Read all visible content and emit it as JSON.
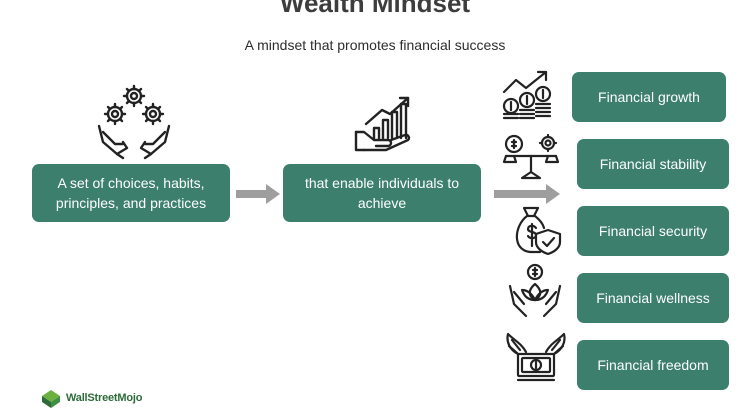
{
  "header": {
    "title": "Wealth Mindset",
    "subtitle": "A mindset that promotes financial success"
  },
  "flow": {
    "step1": "A set of choices, habits, principles, and practices",
    "step2": "that enable individuals to achieve"
  },
  "outcomes": [
    {
      "label": "Financial growth",
      "icon": "growth-coins-chart-icon"
    },
    {
      "label": "Financial stability",
      "icon": "balance-scale-icon"
    },
    {
      "label": "Financial security",
      "icon": "money-bag-shield-icon"
    },
    {
      "label": "Financial wellness",
      "icon": "hands-lotus-dollar-icon"
    },
    {
      "label": "Financial freedom",
      "icon": "winged-banknote-icon"
    }
  ],
  "brand": {
    "name": "WallStreetMojo"
  },
  "colors": {
    "box": "#3b7f6c",
    "arrow": "#9e9e9e",
    "icon_stroke": "#222222",
    "brand_green": "#2f6b3a"
  }
}
